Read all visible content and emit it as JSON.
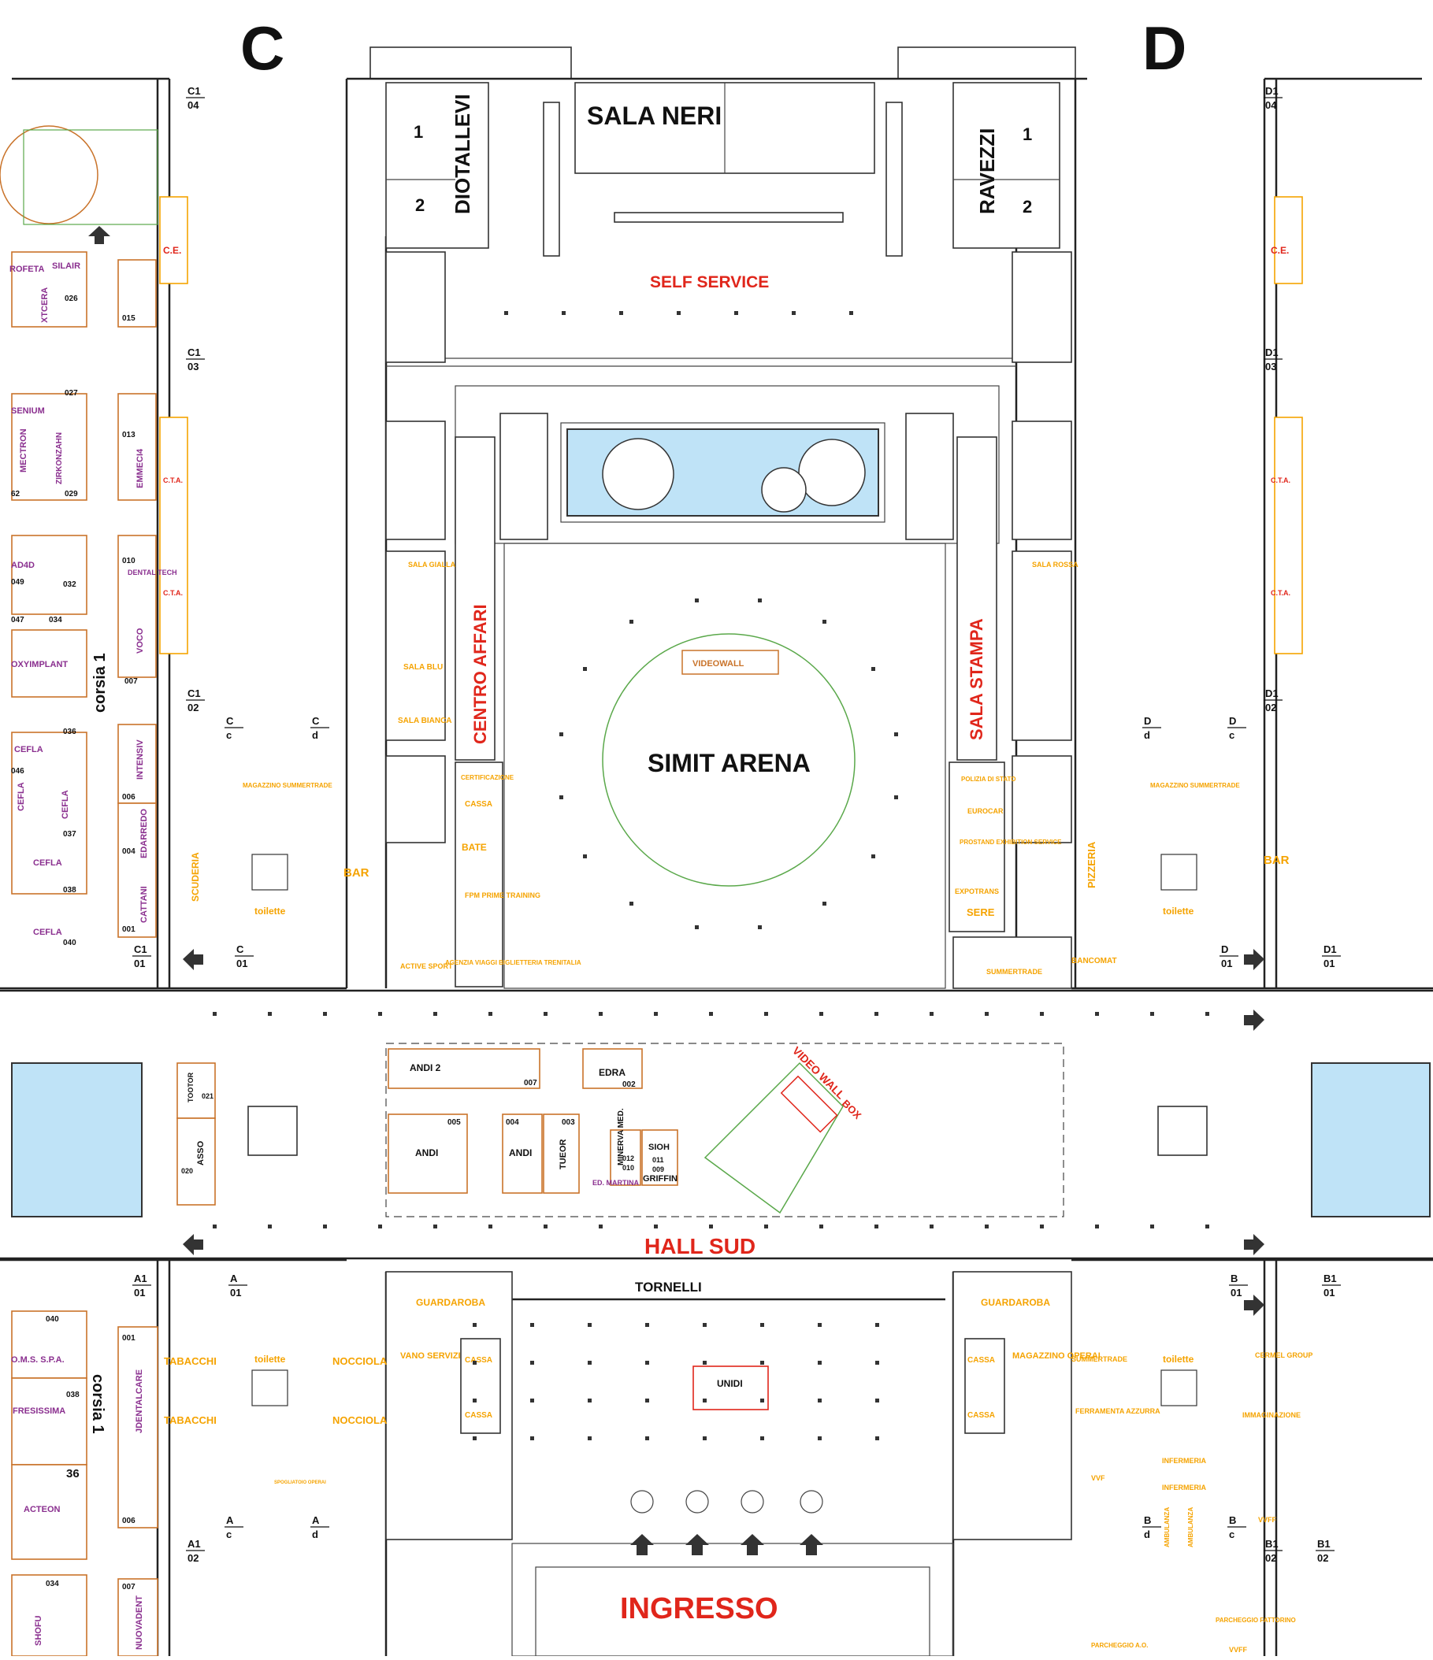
{
  "colors": {
    "exhibitor_purple": "#8a2f8f",
    "service_orange": "#f5a300",
    "hall_red": "#e0261b",
    "water_blue": "#bfe3f7",
    "ink": "#111111"
  },
  "pavilion_letters": {
    "left": "C",
    "right": "D"
  },
  "venue": {
    "sala_neri": "SALA NERI",
    "diotallevi": "DIOTALLEVI",
    "ravezzi": "RAVEZZI",
    "room1": "1",
    "room2": "2",
    "self_service": "SELF SERVICE",
    "simit_arena": "SIMIT ARENA",
    "videowall": "VIDEOWALL",
    "centro_affari": "CENTRO AFFARI",
    "sala_stampa": "SALA STAMPA",
    "hall_sud": "HALL SUD",
    "tornelli": "TORNELLI",
    "ingresso": "INGRESSO",
    "unidi": "UNIDI",
    "video_wall": "VIDEO WALL",
    "box": "BOX"
  },
  "markers": {
    "C1_04": [
      "C1",
      "04"
    ],
    "C1_03": [
      "C1",
      "03"
    ],
    "C1_02": [
      "C1",
      "02"
    ],
    "C1_01": [
      "C1",
      "01"
    ],
    "D1_04": [
      "D1",
      "04"
    ],
    "D1_03": [
      "D1",
      "03"
    ],
    "D1_02": [
      "D1",
      "02"
    ],
    "D1_01": [
      "D1",
      "01"
    ],
    "C_01": [
      "C",
      "01"
    ],
    "D_01": [
      "D",
      "01"
    ],
    "Cc": [
      "C",
      "c"
    ],
    "Cd": [
      "C",
      "d"
    ],
    "Dd": [
      "D",
      "d"
    ],
    "Dc": [
      "D",
      "c"
    ],
    "A1_01": [
      "A1",
      "01"
    ],
    "A_01": [
      "A",
      "01"
    ],
    "B_01": [
      "B",
      "01"
    ],
    "B1_01": [
      "B1",
      "01"
    ],
    "Ac": [
      "A",
      "c"
    ],
    "Ad": [
      "A",
      "d"
    ],
    "Bd": [
      "B",
      "d"
    ],
    "Bc": [
      "B",
      "c"
    ],
    "A1_02": [
      "A1",
      "02"
    ],
    "B1_02": [
      "B1",
      "02"
    ],
    "B1_02b": [
      "B1",
      "02"
    ]
  },
  "corsia": {
    "top": "corsia 1",
    "bottom": "corsia 1"
  },
  "services": {
    "ce_left": "C.E.",
    "ce_right": "C.E.",
    "cta": "C.T.A.",
    "magazzino": "MAGAZZINO SUMMERTRADE",
    "toilette": "toilette",
    "bar": "BAR",
    "pizzeria": "PIZZERIA",
    "scuderia": "SCUDERIA",
    "active_sport": "ACTIVE SPORT",
    "agenzia": "AGENZIA VIAGGI BIGLIETTERIA TRENITALIA",
    "certificazione": "CERTIFICAZIONE",
    "cassa": "CASSA",
    "bate": "BATE",
    "fpm": "FPM PRIME TRAINING",
    "sala_blu": "SALA BLU",
    "sala_bianca": "SALA BIANCA",
    "sala_gialla": "SALA GIALLA",
    "sala_rossa": "SALA ROSSA",
    "polizia": "POLIZIA DI STATO",
    "eurocar": "EUROCAR",
    "prostand": "PROSTAND EXHIBITION SERVICE",
    "expotrans": "EXPOTRANS",
    "sere": "SERE",
    "summertrade": "SUMMERTRADE",
    "bancomat": "BANCOMAT",
    "guardaroba": "GUARDAROBA",
    "vano_servizi": "VANO SERVIZI",
    "tabacchi": "TABACCHI",
    "nocciola": "NOCCIOLA",
    "magazzino_operai": "MAGAZZINO OPERAI",
    "ferramenta": "FERRAMENTA AZZURRA",
    "cermel": "CERMEL GROUP",
    "immaginazione": "IMMAGINAZIONE",
    "infermeria": "INFERMERIA",
    "vvf": "VVF",
    "vvff": "VVFF",
    "ambulanza": "AMBULANZA",
    "parcheggio": "PARCHEGGIO FATTORINO",
    "parcheggio_ao": "PARCHEGGIO A.O.",
    "spogliatoio": "SPOGLIATOIO OPERAI"
  },
  "exhibitors_left": [
    {
      "name": "ROFETA"
    },
    {
      "name": "SILAIR"
    },
    {
      "name": "XTCERA",
      "no": "026"
    },
    {
      "name": "",
      "no": "015"
    },
    {
      "name": "SENIUM",
      "no": "027"
    },
    {
      "name": "MECTRON"
    },
    {
      "name": "ZIRKONZAHN",
      "no": "029"
    },
    {
      "name": "",
      "no": "62"
    },
    {
      "name": "EMMECI4",
      "no": "013"
    },
    {
      "name": "AD4D",
      "no": "049"
    },
    {
      "name": "",
      "no": "032"
    },
    {
      "name": "",
      "no": "047"
    },
    {
      "name": "",
      "no": "034"
    },
    {
      "name": "DENTAL TECH",
      "no": "010"
    },
    {
      "name": "OXYIMPLANT"
    },
    {
      "name": "VOCO",
      "no": "007"
    },
    {
      "name": "CEFLA",
      "no": "036"
    },
    {
      "name": "INTENSIV"
    },
    {
      "name": "CEFLA",
      "no": "046"
    },
    {
      "name": "CEFLA",
      "no": "037"
    },
    {
      "name": "EDARREDO",
      "no": "006"
    },
    {
      "name": "",
      "no": "004"
    },
    {
      "name": "CEFLA",
      "no": "038"
    },
    {
      "name": "CATTANI",
      "no": "001"
    },
    {
      "name": "CEFLA",
      "no": "040"
    }
  ],
  "exhibitors_hall": [
    {
      "name": "ANDI 2",
      "no": "007"
    },
    {
      "name": "EDRA",
      "no": "002"
    },
    {
      "name": "ANDI",
      "no": "005"
    },
    {
      "name": "ANDI",
      "no": "004"
    },
    {
      "name": "TUEOR",
      "no": "003"
    },
    {
      "name": "MINERVA MED."
    },
    {
      "name": "SIOH"
    },
    {
      "name": "GRIFFIN"
    },
    {
      "name": "",
      "no": "012"
    },
    {
      "name": "",
      "no": "010"
    },
    {
      "name": "",
      "no": "011"
    },
    {
      "name": "",
      "no": "009"
    },
    {
      "name": "ED. MARTINA"
    },
    {
      "name": "TOOTOR",
      "no": "021"
    },
    {
      "name": "ASSO",
      "no": "020"
    }
  ],
  "exhibitors_bottom": [
    {
      "name": "",
      "no": "040"
    },
    {
      "name": "O.M.S. S.P.A."
    },
    {
      "name": "FRESISSIMA",
      "no": "038"
    },
    {
      "name": "",
      "no": "36"
    },
    {
      "name": "ACTEON"
    },
    {
      "name": "JDENTALCARE",
      "no": "001"
    },
    {
      "name": "",
      "no": "006"
    },
    {
      "name": "SHOFU",
      "no": "034"
    },
    {
      "name": "NUOVADENT",
      "no": "007"
    }
  ]
}
